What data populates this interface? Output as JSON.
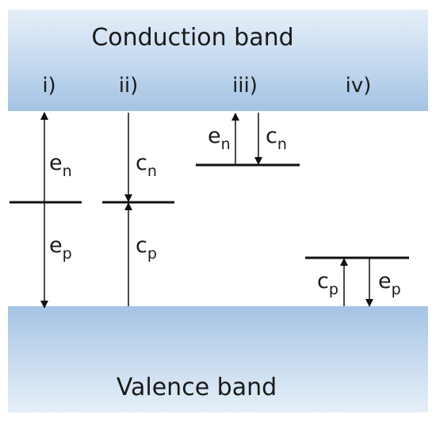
{
  "bands": {
    "conduction": {
      "label": "Conduction band",
      "color": "#b3cfe9"
    },
    "valence": {
      "label": "Valence band",
      "color": "#b3cfe9"
    }
  },
  "cases": [
    {
      "label": "i)"
    },
    {
      "label": "ii)"
    },
    {
      "label": "iii)"
    },
    {
      "label": "iv)"
    }
  ],
  "processes": {
    "e": "e",
    "c": "c",
    "n": "n",
    "p": "p"
  },
  "colors": {
    "line": "#111111",
    "band": "#b3cfe9",
    "band_edge": "#a7c4e2"
  }
}
